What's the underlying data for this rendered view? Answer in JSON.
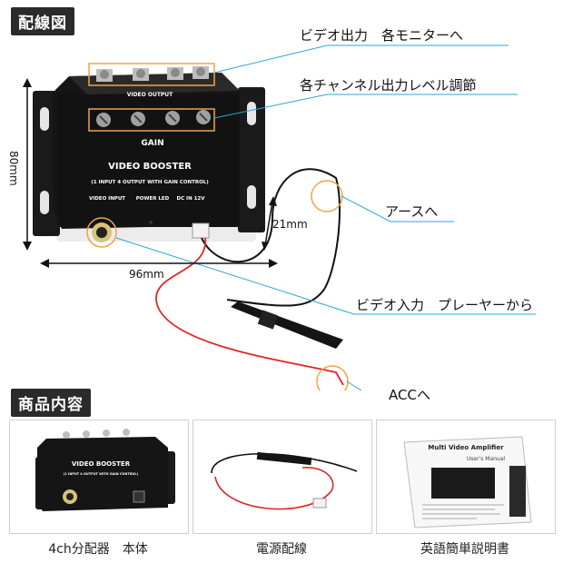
{
  "headers": {
    "wiring": "配線図",
    "contents": "商品内容"
  },
  "callouts": {
    "video_output": "ビデオ出力　各モニターへ",
    "gain_level": "各チャンネル出力レベル調節",
    "ground": "アースへ",
    "video_input": "ビデオ入力　プレーヤーから",
    "acc": "ACCへ"
  },
  "dimensions": {
    "height": "80mm",
    "width": "96mm",
    "depth": "21mm"
  },
  "device": {
    "output_label": "VIDEO OUTPUT",
    "gain": "GAIN",
    "title": "VIDEO BOOSTER",
    "subtitle": "(1 INPUT 4 OUTPUT WITH GAIN CONTROL)",
    "input_label": "VIDEO INPUT",
    "power_label": "POWER LED",
    "dc_label": "DC IN 12V"
  },
  "manual": {
    "title": "Multi Video Amplifier",
    "subtitle": "User's Manual"
  },
  "captions": {
    "main_unit": "4ch分配器　本体",
    "power_cable": "電源配線",
    "manual": "英語簡単説明書"
  },
  "colors": {
    "callout_line": "#2aa7d8",
    "highlight": "#f2a343",
    "red_wire": "#e02424",
    "black_wire": "#111111",
    "header_bg": "#2b2b2b"
  }
}
